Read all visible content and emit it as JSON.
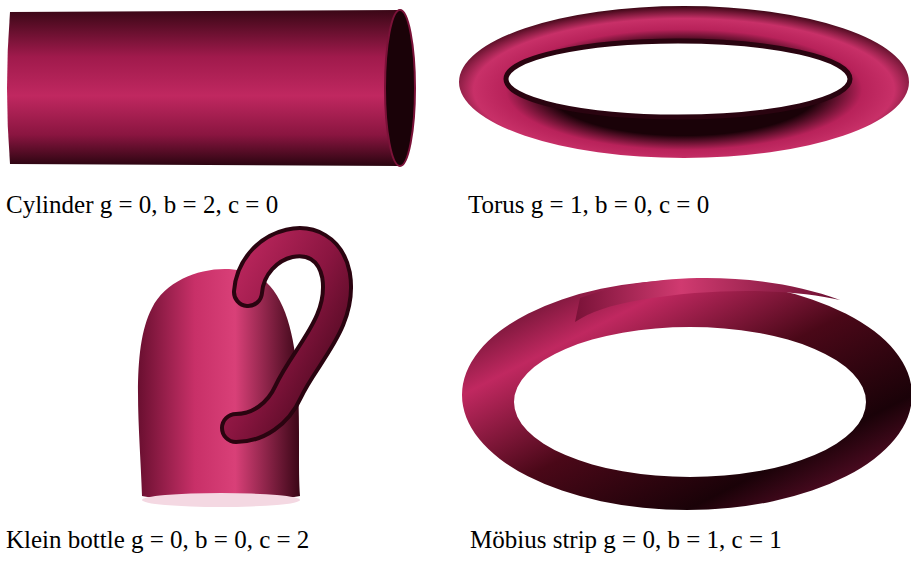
{
  "diagram": {
    "labels": [
      "Cylinder g = 0, b = 2, c = 0",
      "Torus g = 1, b = 0, c = 0",
      "Klein bottle g = 0, b = 0, c = 2",
      "Möbius strip g = 0, b = 1, c = 1"
    ]
  }
}
